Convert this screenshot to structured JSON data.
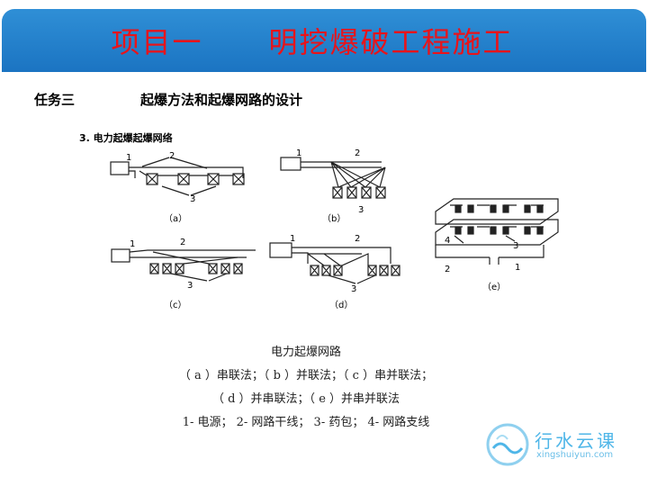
{
  "header": {
    "title": "项目一      明挖爆破工程施工"
  },
  "task": {
    "label": "任务三",
    "title": "起爆方法和起爆网路的设计"
  },
  "section": {
    "title": "3. 电力起爆起爆网络"
  },
  "figure": {
    "labels": {
      "a": "（a）",
      "b": "（b）",
      "c": "（c）",
      "d": "（d）",
      "e": "（e）"
    },
    "numbers": {
      "n1": "1",
      "n2": "2",
      "n3": "3",
      "n4": "4"
    }
  },
  "caption": {
    "title": "电力起爆网路",
    "line1": "（ a ）串联法；（ b ）并联法；（ c ）串并联法；",
    "line2": "（ d ）并串联法；（ e ）并串并联法",
    "line3": "1- 电源；  2- 网路干线；  3- 药包；  4- 网路支线"
  },
  "logo": {
    "name": "行水云课",
    "url_text": "xingshuiyun.com",
    "color": "#4fb6e8"
  }
}
